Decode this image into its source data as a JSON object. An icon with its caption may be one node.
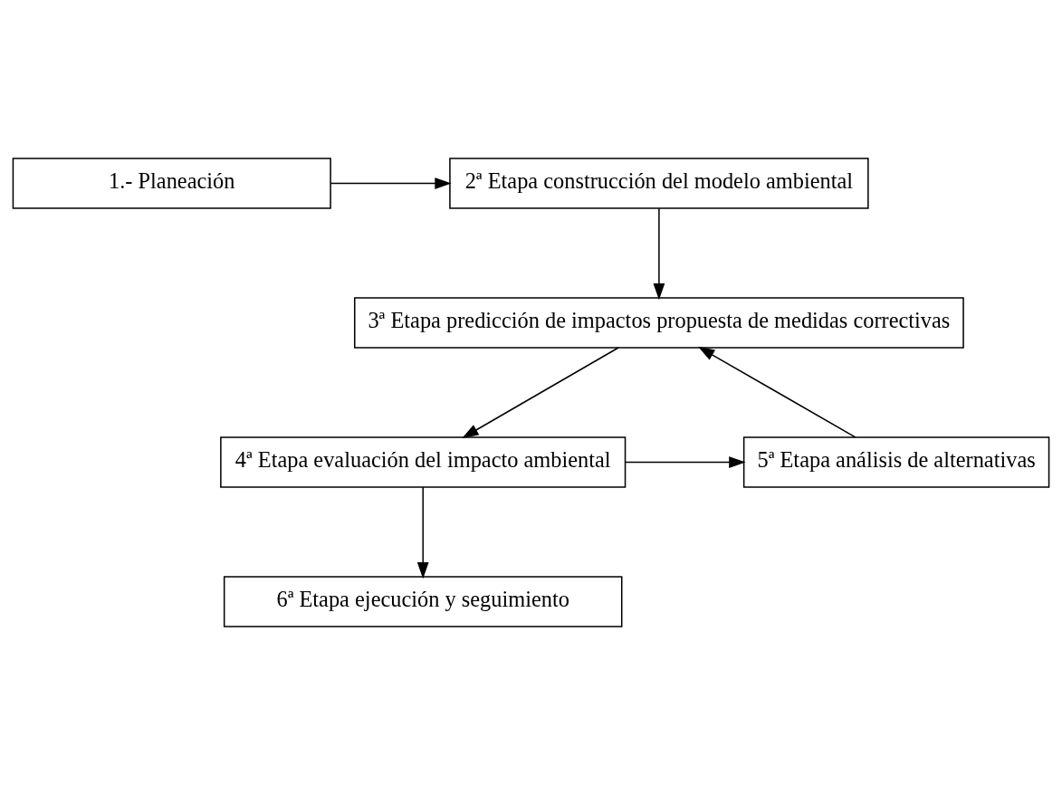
{
  "diagram": {
    "nodes": [
      {
        "text": [
          "1.- Planeación"
        ]
      },
      {
        "text": [
          "2ª Etapa construcción del modelo ambiental"
        ]
      },
      {
        "text": [
          "3ª Etapa predicción de impactos propuesta de medidas correctivas"
        ]
      },
      {
        "text": [
          "4ª Etapa evaluación del impacto ambiental"
        ]
      },
      {
        "text": [
          "5ª Etapa análisis de alternativas"
        ]
      },
      {
        "text": [
          "6ª Etapa ejecución y seguimiento"
        ]
      }
    ],
    "edges": [
      {
        "from": 0,
        "to": 1,
        "arrow": "to"
      },
      {
        "from": 1,
        "to": 2,
        "arrow": "to"
      },
      {
        "from": 2,
        "to": 3,
        "arrow": "to"
      },
      {
        "from": 3,
        "to": 4,
        "arrow": "to"
      },
      {
        "from": 4,
        "to": 2,
        "arrow": "to"
      },
      {
        "from": 3,
        "to": 5,
        "arrow": "to"
      }
    ]
  }
}
